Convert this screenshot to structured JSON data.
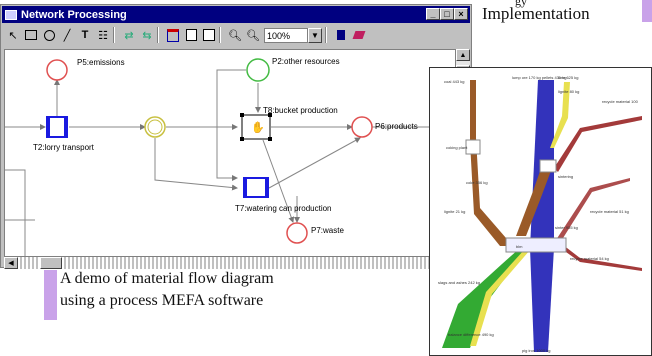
{
  "heading": {
    "top_fragment": "gy",
    "text": "Implementation"
  },
  "window": {
    "title": "Network Processing",
    "controls": [
      "_",
      "□",
      "×"
    ],
    "zoom_value": "100%"
  },
  "diagram": {
    "places": [
      {
        "id": "p5",
        "label": "P5:emissions"
      },
      {
        "id": "p2",
        "label": "P2:other resources"
      },
      {
        "id": "p6",
        "label": "P6:products"
      },
      {
        "id": "p7",
        "label": "P7:waste"
      }
    ],
    "transitions": [
      {
        "id": "t2",
        "label": "T2:lorry transport"
      },
      {
        "id": "t8",
        "label": "T8:bucket production"
      },
      {
        "id": "t7",
        "label": "T7:watering can production"
      }
    ]
  },
  "caption": {
    "line1": "A demo of material flow diagram",
    "line2": "using a process MEFA software"
  },
  "sankey": {
    "labels": [
      "coal 443 kg",
      "lump ore 170 kg pellets 431 kg",
      "lime 625 kg",
      "lignite 80 kg",
      "recycle material 100",
      "coking plant",
      "coke 356 kg",
      "sintering",
      "lignite 21 kg",
      "recycle material 51 kg",
      "sinter 955 kg",
      "recycle material 54 kg",
      "blm",
      "slags and ashes 242 kg",
      "balance difference 490 kg",
      "pig iron 1000 kg"
    ]
  },
  "colors": {
    "titlebar": "#000080",
    "accent": "#c9a2e9",
    "place": "#e05050",
    "place_green": "#44bb44",
    "transition": "#1a1ae0",
    "hub": "#c8c040"
  }
}
